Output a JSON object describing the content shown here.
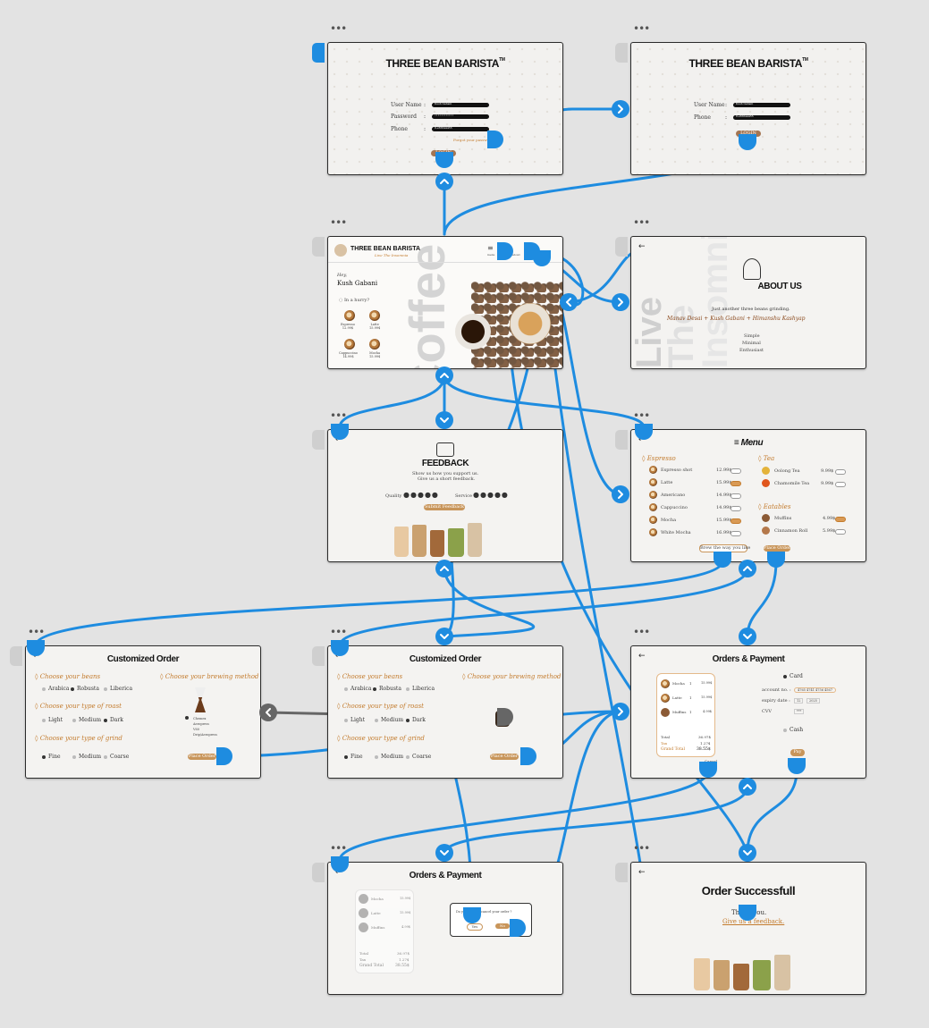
{
  "brand": {
    "name": "THREE BEAN BARISTA",
    "tm": "TM",
    "tagline": "Live The Insomnia"
  },
  "login": {
    "username_label": "User Name",
    "password_label": "Password",
    "phone_label": "Phone",
    "colon": ":",
    "username_value": "Kush Gabani",
    "password_value": "••••••••••••",
    "phone_value": "8+86644455",
    "forgot": "Forgot your password?",
    "login_button": "LOGIN"
  },
  "login2": {
    "username_value": "Kush Gabani",
    "phone_value": "8+86644455"
  },
  "home": {
    "greeting": "Hey,",
    "name": "Kush Gabani",
    "hurry": "In a hurry?",
    "items": [
      {
        "name": "Espresso",
        "price": "12.99$"
      },
      {
        "name": "Latte",
        "price": "15.99$"
      },
      {
        "name": "Cappuccino",
        "price": "14.99$"
      },
      {
        "name": "Mocha",
        "price": "15.99$"
      }
    ],
    "nav": [
      "menu",
      "about",
      "feedback"
    ],
    "bg_word": "Coffee"
  },
  "about": {
    "title": "ABOUT US",
    "line1": "Just another three beans grinding.",
    "names": "Manav Desai + Kush Gabani + Himanshu Kashyap",
    "traits": [
      "Simple",
      "Minimal",
      "Enthusiast"
    ],
    "vertical": [
      "Live",
      "The",
      "Insomnia"
    ]
  },
  "feedback": {
    "title": "FEEDBACK",
    "sub1": "Show us how you support us.",
    "sub2": "Give us a short feedback.",
    "quality": "Quality",
    "service": "Service",
    "submit": "Submit Feedback"
  },
  "menu": {
    "title": "Menu",
    "espresso_header": "Espresso",
    "espresso": [
      {
        "name": "Espresso shot",
        "price": "12.99$"
      },
      {
        "name": "Latte",
        "price": "15.99$"
      },
      {
        "name": "Americano",
        "price": "14.99$"
      },
      {
        "name": "Cappuccino",
        "price": "14.99$"
      },
      {
        "name": "Mocha",
        "price": "15.99$"
      },
      {
        "name": "White Mocha",
        "price": "16.99$"
      }
    ],
    "tea_header": "Tea",
    "tea": [
      {
        "name": "Oolong Tea",
        "price": "9.99$"
      },
      {
        "name": "Chamomile Tea",
        "price": "9.99$"
      }
    ],
    "eatables_header": "Eatables",
    "eatables": [
      {
        "name": "Muffins",
        "price": "4.99$"
      },
      {
        "name": "Cinnamon Roll",
        "price": "5.99$"
      }
    ],
    "brew_button": "Brew the way you like",
    "order_button": "Place Order"
  },
  "custom": {
    "title": "Customized Order",
    "beans_header": "Choose your beans",
    "beans": [
      "Arabica",
      "Robusta",
      "Liberica"
    ],
    "roast_header": "Choose your type of roast",
    "roasts": [
      "Light",
      "Medium",
      "Dark"
    ],
    "grind_header": "Choose your type of grind",
    "grinds": [
      "Fine",
      "Medium",
      "Coarse"
    ],
    "brew_header": "Choose your brewing method",
    "brews": [
      "Chemex",
      "Aeropress",
      "V60",
      "Drip/Aeropress"
    ],
    "order_button": "Place Order"
  },
  "payment": {
    "title": "Orders & Payment",
    "items": [
      {
        "name": "Mocha",
        "qty": "1",
        "price": "15.99$"
      },
      {
        "name": "Latte",
        "qty": "1",
        "price": "15.99$"
      },
      {
        "name": "Muffins",
        "qty": "1",
        "price": "4.99$"
      }
    ],
    "total_label": "Total",
    "total": "36.97$",
    "tax_label": "Tax",
    "tax": "1.27$",
    "grand_label": "Grand Total",
    "grand": "38.55$",
    "card": "Card",
    "account_label": "account no. :",
    "account_value": "4765 4741 4756 4567",
    "expiry_label": "expiry date :",
    "expiry_month": "12",
    "expiry_year": "2025",
    "cvv_label": "CVV",
    "cvv_value": "***",
    "cash": "Cash",
    "cancel": "Cancel",
    "pay": "Pay"
  },
  "cancel_dialog": {
    "question": "Do you want to cancel your order ?",
    "yes": "Yes",
    "no": "No"
  },
  "success": {
    "title": "Order Successfull",
    "thanks": "Thank you.",
    "link": "Give us a feedback."
  },
  "arrow": "←",
  "colors": {
    "wire": "#1e8ce0",
    "accent": "#c37b2d",
    "frame_border": "#2b2b2b",
    "canvas": "#e3e3e3"
  }
}
